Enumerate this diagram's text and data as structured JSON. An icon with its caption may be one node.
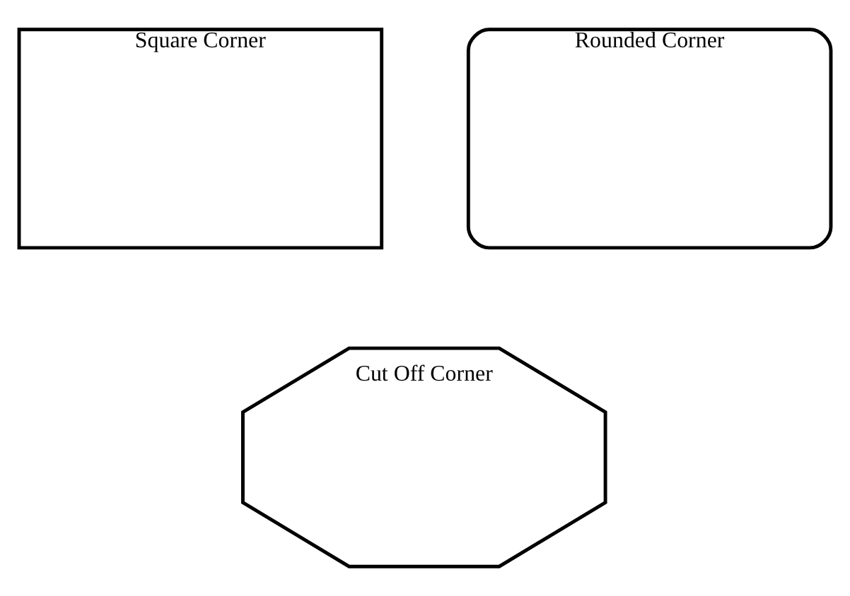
{
  "diagram": {
    "nodes": [
      {
        "text": [
          "Square Corner"
        ]
      },
      {
        "text": [
          "Rounded Corner"
        ]
      },
      {
        "text": [
          "Cut Off Corner"
        ]
      }
    ]
  }
}
